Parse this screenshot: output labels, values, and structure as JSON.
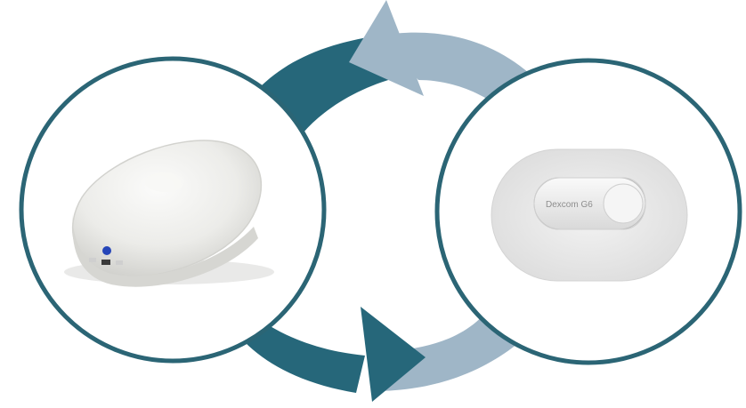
{
  "colors": {
    "dark_teal": "#26677A",
    "light_steel": "#9FB6C7",
    "circle_stroke": "#2B6575",
    "background": "#FFFFFF",
    "device_body": "#E9E9E6",
    "device_shadow": "#C9C9C4",
    "led": "#2545B8",
    "patch_fill": "#ECECEC",
    "patch_edge": "#D8D8D8",
    "sensor_body": "#F2F2F2"
  },
  "icons": {
    "left_device": "wearable-pod-device-icon",
    "right_device": "cgm-sensor-patch-icon",
    "top_arrow": "arrow-left-curved",
    "bottom_arrow": "arrow-right-curved"
  },
  "sensor_brand_text": "Dexcom G6"
}
